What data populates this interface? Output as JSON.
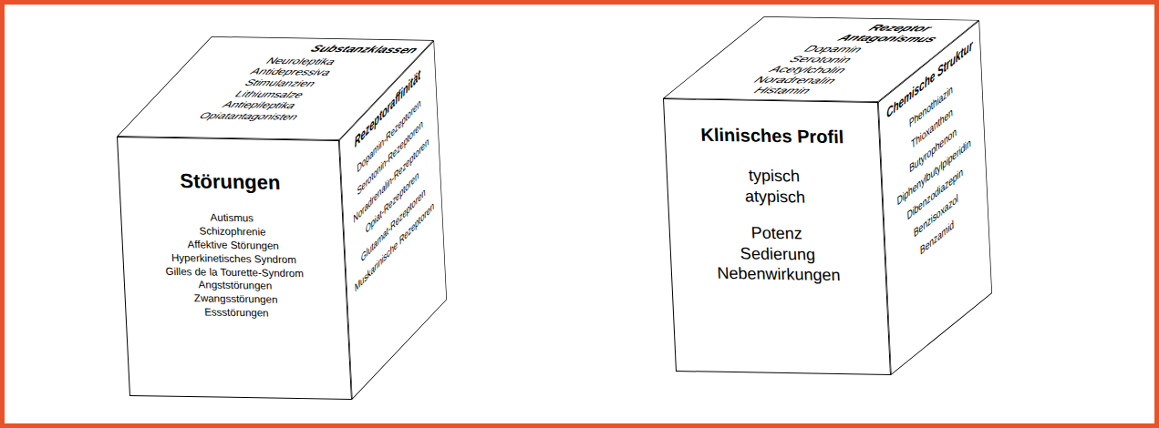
{
  "diagram": {
    "nodes": [
      {
        "text": [
          "Substanzklassen",
          "Neuroleptika",
          "Antidepressiva",
          "Stimulanzien",
          "Lithiumsalze",
          "Antiepileptika",
          "Opiatantagonisten"
        ]
      },
      {
        "text": [
          "Störungen",
          "Autismus",
          "Schizophrenie",
          "Affektive Störungen",
          "Hyperkinetisches Syndrom",
          "Gilles de la Tourette-Syndrom",
          "Angststörungen",
          "Zwangsstörungen",
          "Essstörungen"
        ]
      },
      {
        "text": [
          "Rezeptoraffinität",
          "Dopamin-Rezeptoren",
          "Serotonin-Rezeptoren",
          "Noradrenalin-Rezeptoren",
          "Opiat-Rezeptoren",
          "Glutamat-Rezeptoren",
          "Muskarinische Rezeptoren"
        ]
      },
      {
        "text": [
          "Rezeptor Antagonismus",
          "Dopamin",
          "Serotonin",
          "Acetylcholin",
          "Noradrenalin",
          "Histamin"
        ]
      },
      {
        "text": [
          "Klinisches Profil",
          "typisch",
          "atypisch",
          "Potenz",
          "Sedierung",
          "Nebenwirkungen"
        ]
      },
      {
        "text": [
          "Chemische Struktur",
          "Phenothiazin",
          "Thioxanthen",
          "Butyrophenon",
          "Diphenylbutylpiperidin",
          "Dibenzodiazepin",
          "Benzisoxazol",
          "Benzamid"
        ]
      }
    ]
  }
}
